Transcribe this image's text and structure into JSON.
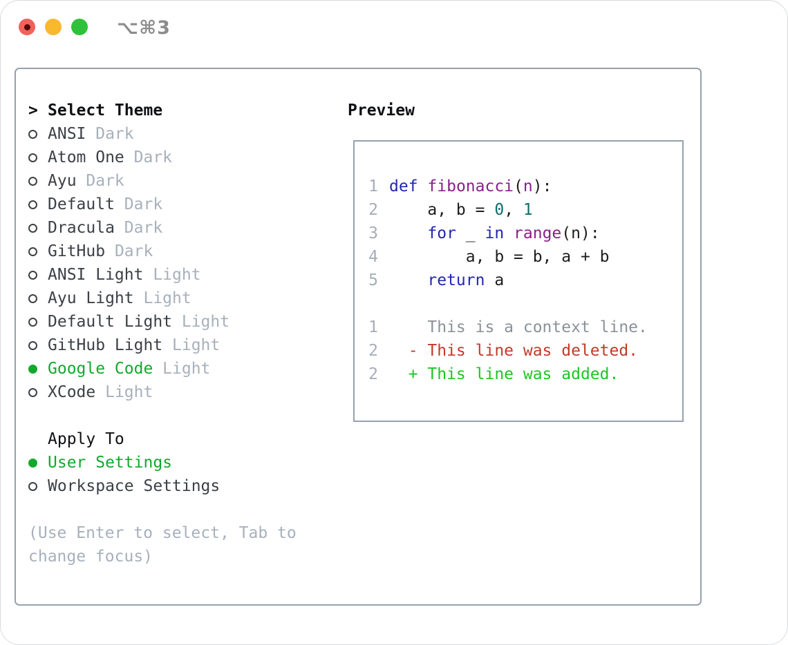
{
  "window": {
    "title": "⌥⌘3"
  },
  "theme_panel": {
    "cursor": ">",
    "title": "Select Theme",
    "themes": [
      {
        "name": "ANSI",
        "variant": "Dark",
        "selected": false
      },
      {
        "name": "Atom One",
        "variant": "Dark",
        "selected": false
      },
      {
        "name": "Ayu",
        "variant": "Dark",
        "selected": false
      },
      {
        "name": "Default",
        "variant": "Dark",
        "selected": false
      },
      {
        "name": "Dracula",
        "variant": "Dark",
        "selected": false
      },
      {
        "name": "GitHub",
        "variant": "Dark",
        "selected": false
      },
      {
        "name": "ANSI Light",
        "variant": "Light",
        "selected": false
      },
      {
        "name": "Ayu Light",
        "variant": "Light",
        "selected": false
      },
      {
        "name": "Default Light",
        "variant": "Light",
        "selected": false
      },
      {
        "name": "GitHub Light",
        "variant": "Light",
        "selected": false
      },
      {
        "name": "Google Code",
        "variant": "Light",
        "selected": true
      },
      {
        "name": "XCode",
        "variant": "Light",
        "selected": false
      }
    ],
    "apply_to": {
      "label": "Apply To",
      "options": [
        {
          "name": "User Settings",
          "selected": true
        },
        {
          "name": "Workspace Settings",
          "selected": false
        }
      ]
    },
    "help_text": "(Use Enter to select, Tab to change focus)"
  },
  "preview": {
    "title": "Preview",
    "code_lines": [
      {
        "num": "1",
        "tokens": [
          [
            "kwd",
            "def"
          ],
          [
            "pln",
            " "
          ],
          [
            "typ",
            "fibonacci"
          ],
          [
            "pln",
            "("
          ],
          [
            "typ",
            "n"
          ],
          [
            "pln",
            "):"
          ]
        ]
      },
      {
        "num": "2",
        "tokens": [
          [
            "pln",
            "    a, b = "
          ],
          [
            "lit",
            "0"
          ],
          [
            "pln",
            ", "
          ],
          [
            "lit",
            "1"
          ]
        ]
      },
      {
        "num": "3",
        "tokens": [
          [
            "pln",
            "    "
          ],
          [
            "kwd",
            "for"
          ],
          [
            "pln",
            " _ "
          ],
          [
            "kwd",
            "in"
          ],
          [
            "pln",
            " "
          ],
          [
            "typ",
            "range"
          ],
          [
            "pln",
            "(n):"
          ]
        ]
      },
      {
        "num": "4",
        "tokens": [
          [
            "pln",
            "        a, b = b, a + b"
          ]
        ]
      },
      {
        "num": "5",
        "tokens": [
          [
            "pln",
            "    "
          ],
          [
            "kwd",
            "return"
          ],
          [
            "pln",
            " a"
          ]
        ]
      }
    ],
    "diff_lines": [
      {
        "num": "1",
        "kind": "ctx",
        "text": "    This is a context line."
      },
      {
        "num": "2",
        "kind": "del",
        "text": "  - This line was deleted."
      },
      {
        "num": "2",
        "kind": "add",
        "text": "  + This line was added."
      }
    ]
  },
  "colors": {
    "accent_green": "#13a82c",
    "panel_border": "#96a0ab",
    "text_primary": "#3b4046",
    "text_muted": "#a7b0bb",
    "line_number": "#a4adb9",
    "code_keyword": "#2127ae",
    "code_type": "#8b1f8b",
    "code_literal": "#0e6d6d",
    "diff_context": "#8b9299",
    "diff_deleted": "#c23a28",
    "diff_added": "#1ec522",
    "traffic_red": "#f4605a",
    "traffic_yellow": "#f9b92f",
    "traffic_green": "#2fc13c",
    "title_gray": "#8c8c8c"
  }
}
